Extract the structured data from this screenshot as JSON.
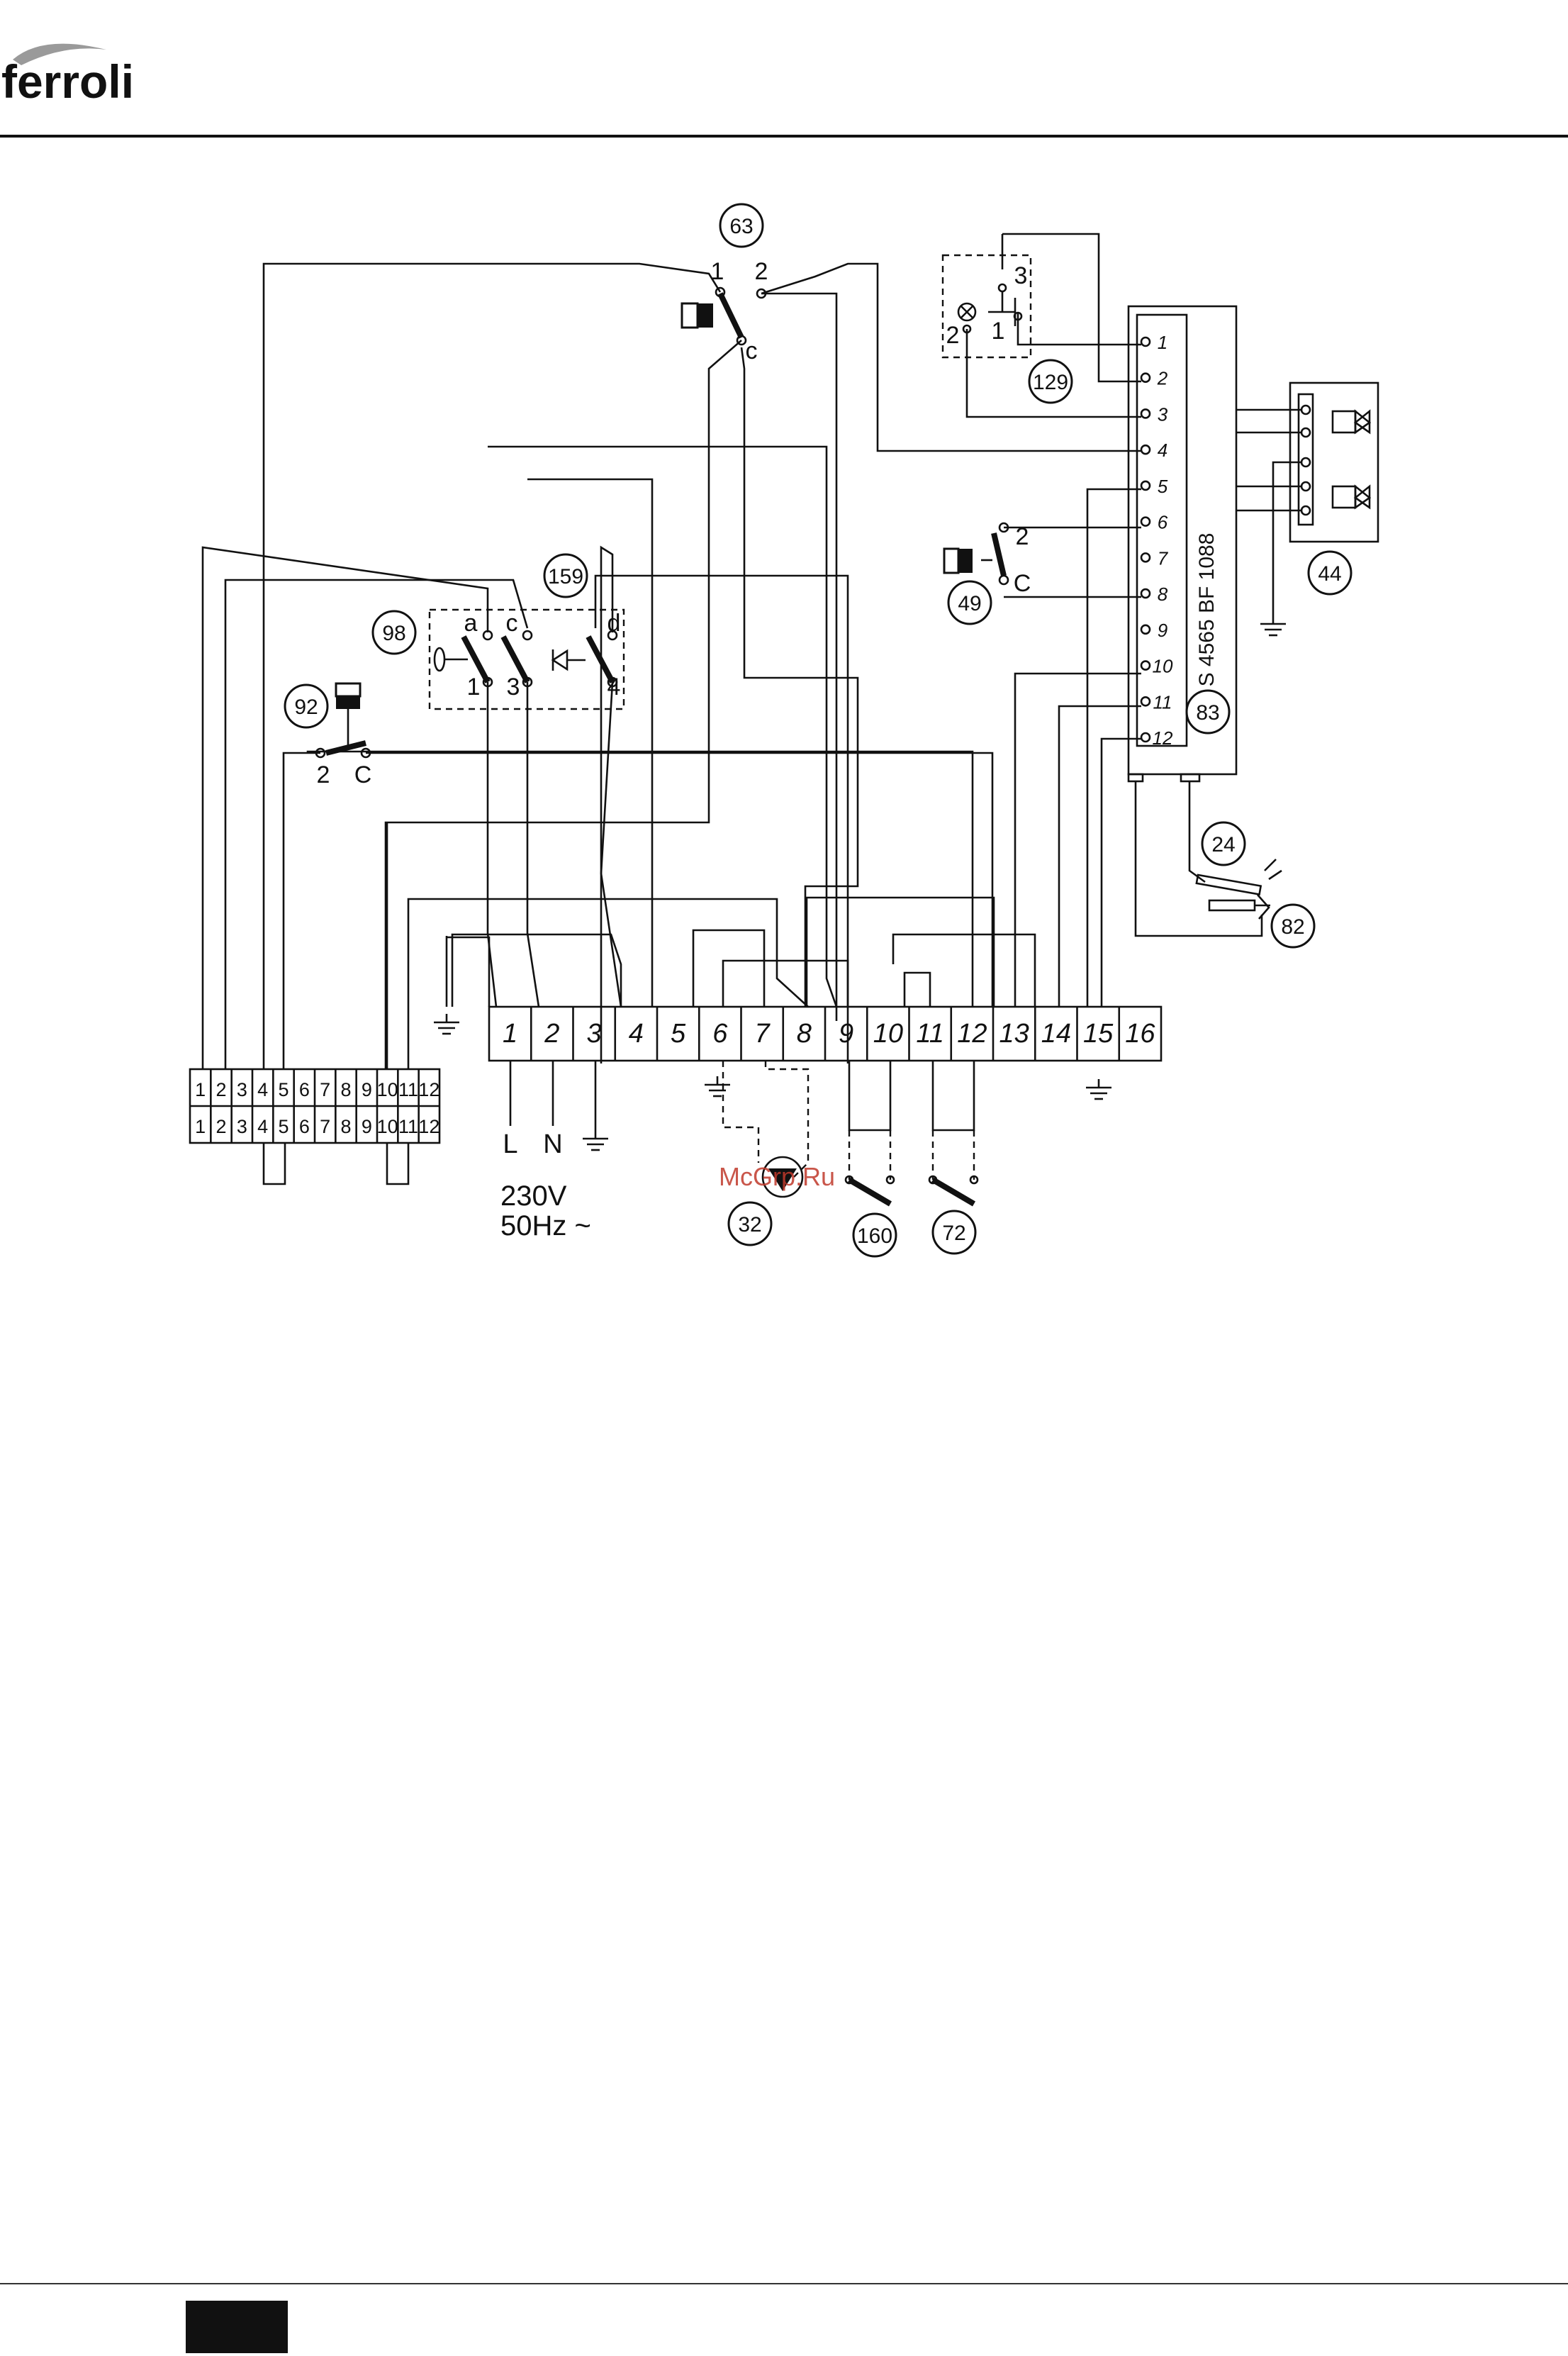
{
  "brand": {
    "logo_text": "ferroli"
  },
  "watermark": "McGrp.Ru",
  "diagram": {
    "main_terminal_labels": [
      "1",
      "2",
      "3",
      "4",
      "5",
      "6",
      "7",
      "8",
      "9",
      "10",
      "11",
      "12",
      "13",
      "14",
      "15",
      "16"
    ],
    "connector_labels": [
      "1",
      "2",
      "3",
      "4",
      "5",
      "6",
      "7",
      "8",
      "9",
      "10",
      "11",
      "12"
    ],
    "supply": {
      "line": "L",
      "neutral": "N",
      "voltage": "230V",
      "frequency": "50Hz ~"
    },
    "control_box_code": "S 4565 BF 1088",
    "control_box_pins": [
      "1",
      "2",
      "3",
      "4",
      "5",
      "6",
      "7",
      "8",
      "9",
      "10",
      "11",
      "12"
    ],
    "component_ids": [
      "63",
      "129",
      "44",
      "159",
      "98",
      "49",
      "92",
      "83",
      "24",
      "82",
      "32",
      "160",
      "72"
    ],
    "contact_labels": {
      "c63": [
        "1",
        "2",
        "c"
      ],
      "c129": [
        "3",
        "2",
        "1"
      ],
      "c98": [
        "a",
        "c",
        "1",
        "3"
      ],
      "c159": [
        "d",
        "4"
      ],
      "c49": [
        "2",
        "C"
      ],
      "c92": [
        "2",
        "C"
      ]
    }
  }
}
